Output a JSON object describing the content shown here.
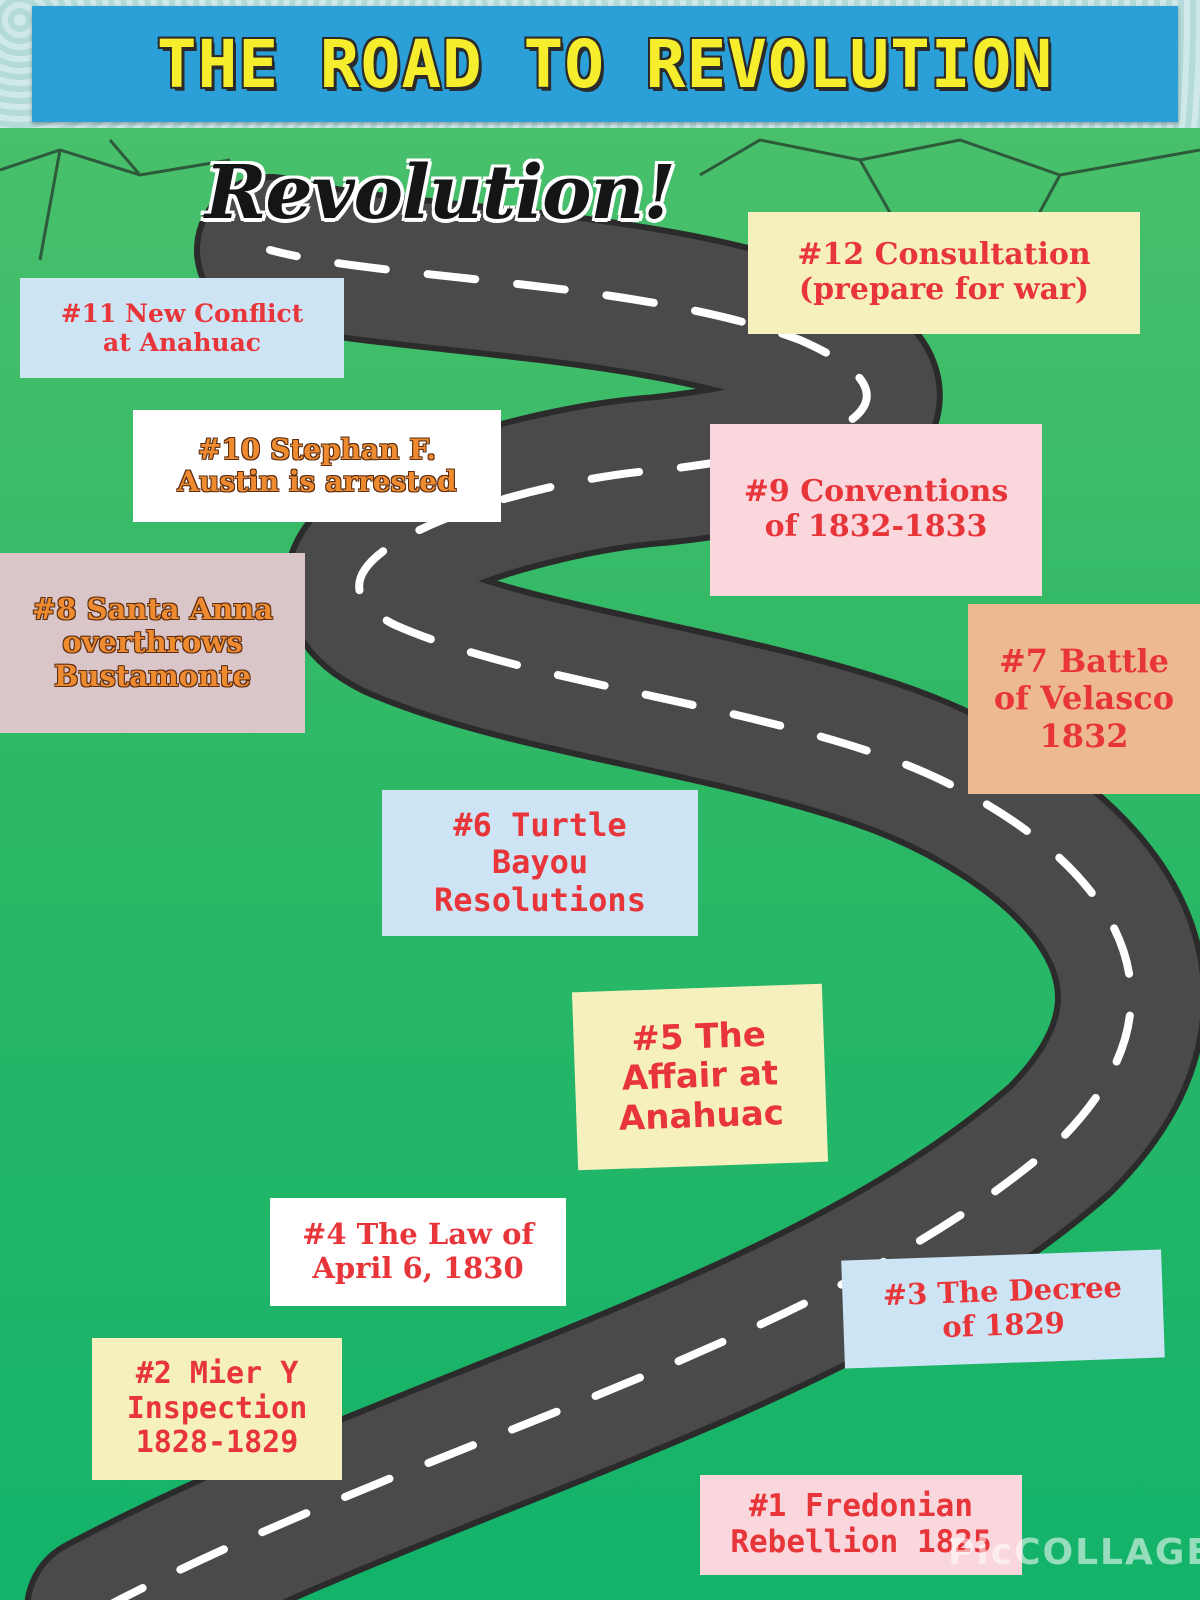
{
  "header": {
    "title": "THE ROAD TO REVOLUTION"
  },
  "headline": "Revolution!",
  "events": [
    {
      "number": "#1",
      "lines": [
        "#1 Fredonian",
        "Rebellion 1825"
      ],
      "color": "#f9d7dc"
    },
    {
      "number": "#2",
      "lines": [
        "#2 Mier Y",
        "Inspection",
        "1828-1829"
      ],
      "color": "#f6f0bf"
    },
    {
      "number": "#3",
      "lines": [
        "#3 The Decree",
        "of 1829"
      ],
      "color": "#cce4f4"
    },
    {
      "number": "#4",
      "lines": [
        "#4 The Law of",
        "April 6, 1830"
      ],
      "color": "#ffffff"
    },
    {
      "number": "#5",
      "lines": [
        "#5 The",
        "Affair at",
        "Anahuac"
      ],
      "color": "#f6f0bf"
    },
    {
      "number": "#6",
      "lines": [
        "#6 Turtle",
        "Bayou",
        "Resolutions"
      ],
      "color": "#cce4f4"
    },
    {
      "number": "#7",
      "lines": [
        "#7 Battle",
        "of Velasco",
        "1832"
      ],
      "color": "#edb990"
    },
    {
      "number": "#8",
      "lines": [
        "#8 Santa Anna",
        "overthrows",
        "Bustamonte"
      ],
      "color": "#dac5c9"
    },
    {
      "number": "#9",
      "lines": [
        "#9 Conventions",
        "of 1832-1833"
      ],
      "color": "#f9d7dc"
    },
    {
      "number": "#10",
      "lines": [
        "#10 Stephan F.",
        "Austin is arrested"
      ],
      "color": "#ffffff"
    },
    {
      "number": "#11",
      "lines": [
        "#11 New Conflict",
        "at Anahuac"
      ],
      "color": "#cce4f4"
    },
    {
      "number": "#12",
      "lines": [
        "#12 Consultation",
        "(prepare for war)"
      ],
      "color": "#f6f0bf"
    }
  ],
  "watermark": "PicCOLLAGE",
  "colors": {
    "title_bar": "#2a9fd8",
    "title_text": "#f6ee2c",
    "road": "#4a4a4a",
    "grass": "#2db866",
    "label_text": "#e8353a"
  }
}
